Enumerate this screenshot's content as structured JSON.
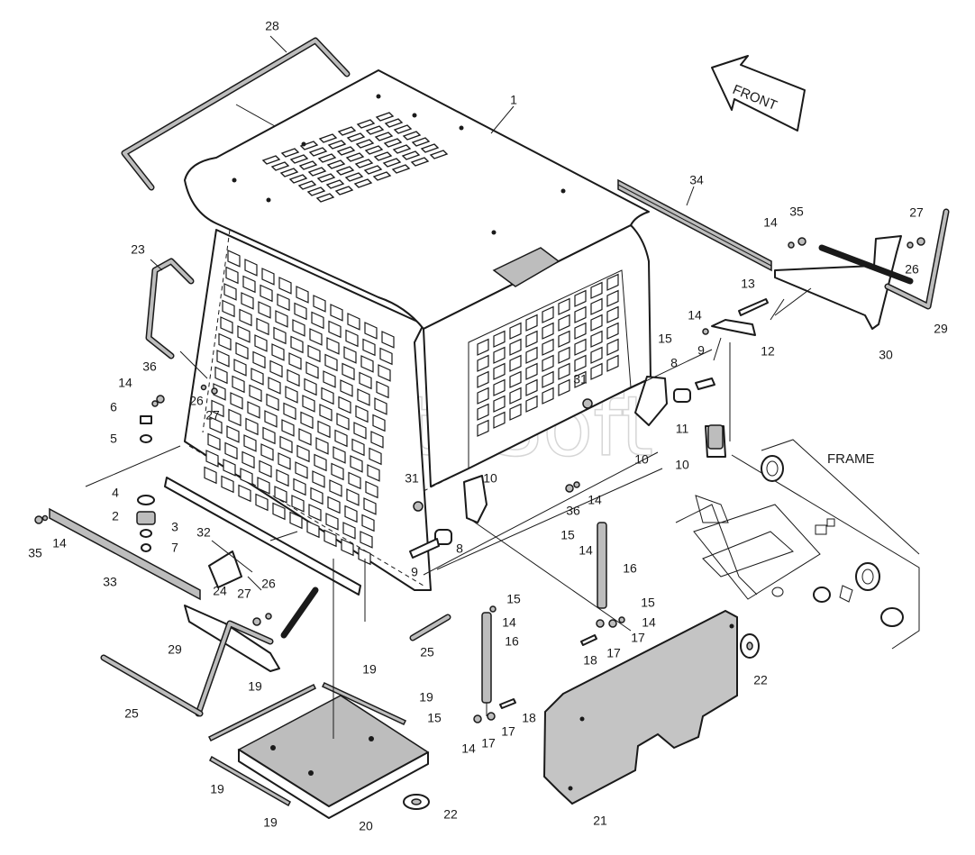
{
  "diagram": {
    "annotations": {
      "front": "FRONT",
      "frame": "FRAME"
    },
    "watermark": "AutoSoft",
    "callouts": [
      "1",
      "2",
      "3",
      "4",
      "5",
      "6",
      "7",
      "8",
      "9",
      "10",
      "11",
      "12",
      "13",
      "14",
      "15",
      "16",
      "17",
      "18",
      "19",
      "20",
      "21",
      "22",
      "23",
      "24",
      "25",
      "26",
      "27",
      "28",
      "29",
      "30",
      "31",
      "32",
      "33",
      "34",
      "35",
      "36"
    ]
  }
}
